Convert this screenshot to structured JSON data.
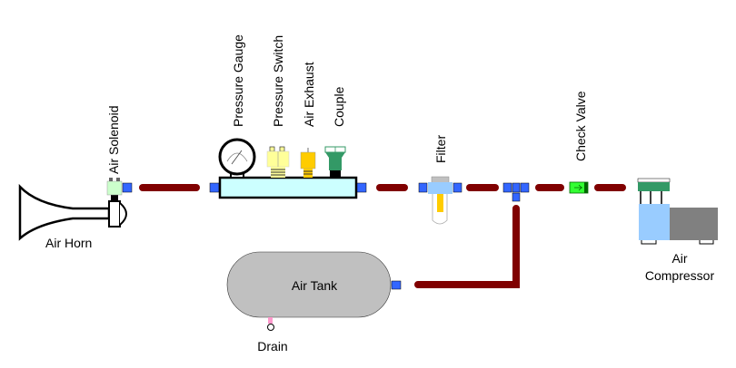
{
  "title": "Air Horn System Diagram",
  "labels": {
    "air_horn": "Air Horn",
    "air_solenoid": "Air Solenoid",
    "pressure_gauge": "Pressure Gauge",
    "pressure_switch": "Pressure Switch",
    "air_exhaust": "Air Exhaust",
    "couple": "Couple",
    "filter": "Filter",
    "check_valve": "Check Valve",
    "air_compressor_line1": "Air",
    "air_compressor_line2": "Compressor",
    "air_tank": "Air Tank",
    "drain": "Drain"
  },
  "colors": {
    "pipe": "#800000",
    "fitting": "#3366ff",
    "manifold": "#ccffff",
    "solenoid": "#ccffcc",
    "check_valve": "#33ff33",
    "tank": "#c0c0c0",
    "switch": "#ffff99",
    "exhaust": "#ffcc00",
    "couple": "#339966",
    "compressor_top": "#339966",
    "compressor_body": "#99ccff",
    "compressor_motor": "#808080",
    "filter_body": "#99ccff",
    "filter_element": "#ffcc00",
    "drain": "#ff99cc"
  }
}
